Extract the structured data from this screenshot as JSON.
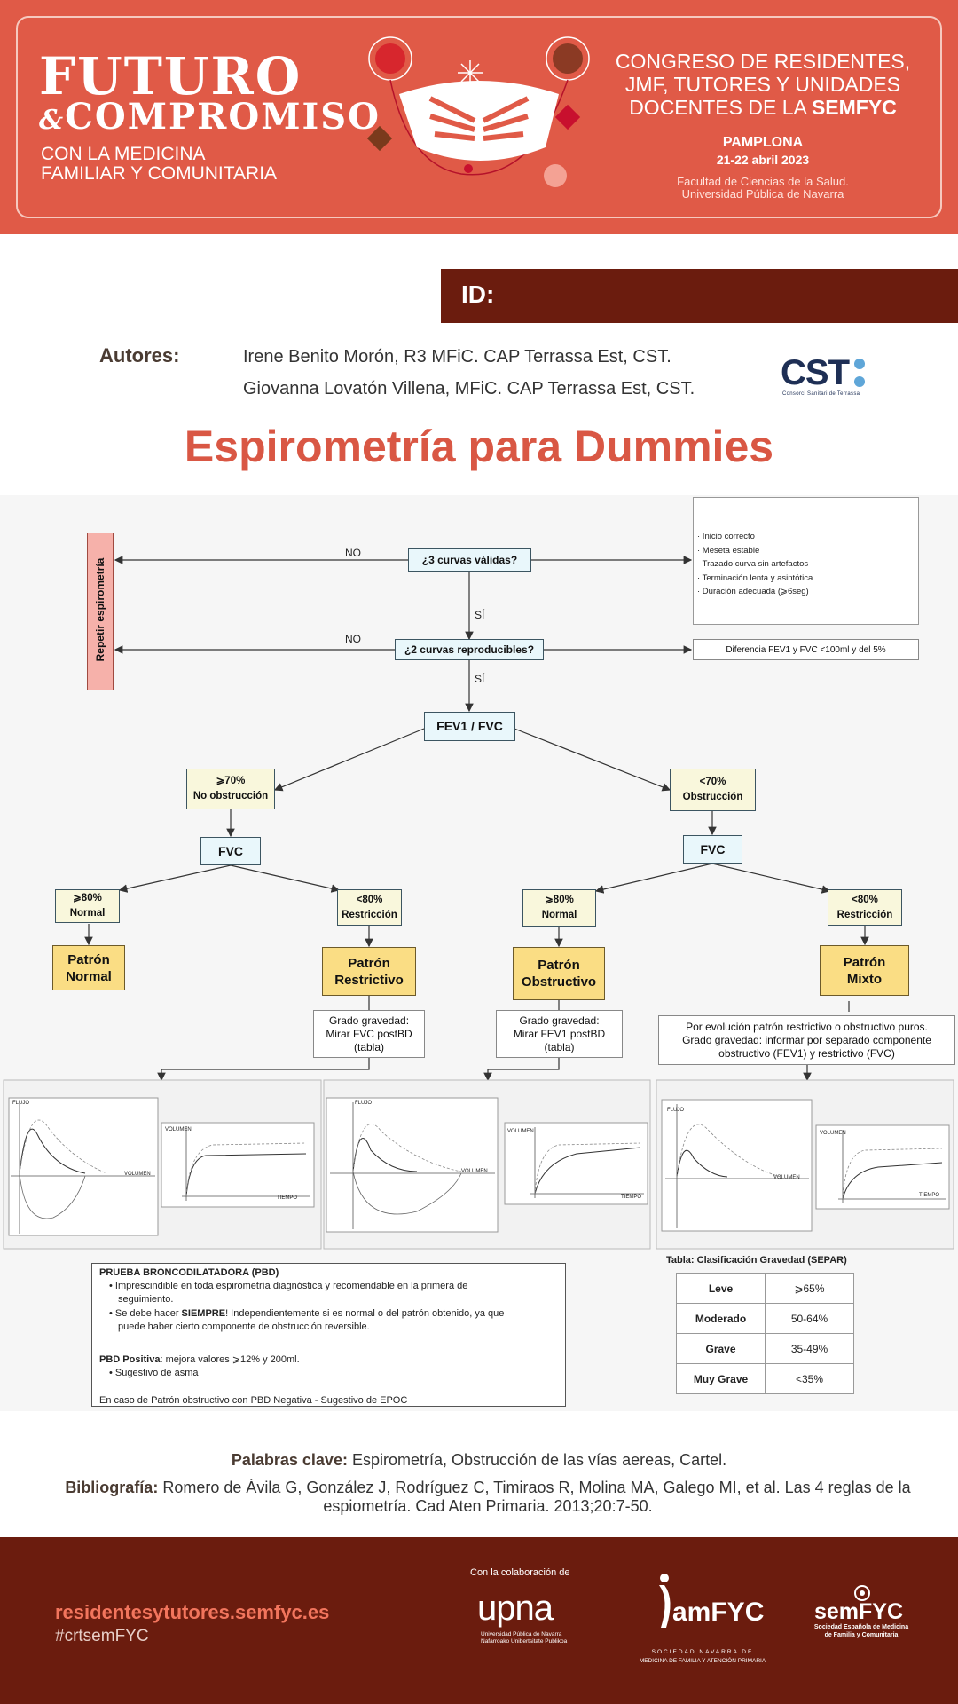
{
  "banner": {
    "brand_line1": "FUTURO",
    "brand_amp": "&",
    "brand_line2": "COMPROMISO",
    "brand_sub1": "CON LA MEDICINA",
    "brand_sub2": "FAMILIAR Y COMUNITARIA",
    "congress_line1": "CONGRESO DE RESIDENTES,",
    "congress_line2": "JMF, TUTORES Y UNIDADES",
    "congress_line3": "DOCENTES DE LA ",
    "congress_org": "SEMFYC",
    "city": "PAMPLONA",
    "date": "21-22 abril 2023",
    "venue1": "Facultad de Ciencias de la Salud.",
    "venue2": "Universidad Pública de Navarra"
  },
  "id_label": "ID:",
  "authors": {
    "label": "Autores:",
    "list": [
      "Irene Benito Morón, R3 MFiC. CAP Terrassa Est, CST.",
      "Giovanna Lovatón Villena, MFiC. CAP Terrassa Est, CST."
    ],
    "logo": "CST",
    "logo_sub": "Consorci Sanitari de Terrassa"
  },
  "title": "Espirometría para Dummies",
  "flow": {
    "repeat": "Repetir espirometría",
    "no1": "NO",
    "no2": "NO",
    "si1": "SÍ",
    "si2": "SÍ",
    "q1": "¿3 curvas válidas?",
    "q2": "¿2 curvas reproducibles?",
    "ratio": "FEV1 / FVC",
    "criteria": [
      "· Inicio correcto",
      "· Meseta estable",
      "· Trazado curva sin artefactos",
      "· Terminación lenta y asintótica",
      "· Duración adecuada (⩾6seg)"
    ],
    "difference": "Diferencia FEV1 y FVC <100ml y del 5%",
    "left_cond_line1": "⩾70%",
    "left_cond_line2": "No obstrucción",
    "right_cond_line1": "<70%",
    "right_cond_line2": "Obstrucción",
    "fvc_left": "FVC",
    "fvc_right": "FVC",
    "n1_line1": "⩾80%",
    "n1_line2": "Normal",
    "r1_line1": "<80%",
    "r1_line2": "Restricción",
    "n2_line1": "⩾80%",
    "n2_line2": "Normal",
    "r2_line1": "<80%",
    "r2_line2": "Restricción",
    "p_normal_1": "Patrón",
    "p_normal_2": "Normal",
    "p_restr_1": "Patrón",
    "p_restr_2": "Restrictivo",
    "p_obst_1": "Patrón",
    "p_obst_2": "Obstructivo",
    "p_mixto_1": "Patrón",
    "p_mixto_2": "Mixto",
    "grav_restr": [
      "Grado gravedad:",
      "Mirar FVC postBD",
      "(tabla)"
    ],
    "grav_obst": [
      "Grado gravedad:",
      "Mirar FEV1 postBD",
      "(tabla)"
    ],
    "grav_mixto": [
      "Por evolución patrón restrictivo o obstructivo puros.",
      "Grado gravedad: informar por separado componente",
      "obstructivo (FEV1) y restrictivo (FVC)"
    ],
    "graph_labels": {
      "flujo": "FLUJO",
      "volumen": "VOLUMEN",
      "tiempo": "TIEMPO"
    }
  },
  "pbd": {
    "title": "PRUEBA BRONCODILATADORA (PBD)",
    "b1_underlined": "Imprescindible",
    "b1_rest": " en toda espirometría diagnóstica y recomendable en la primera de",
    "b1_line2": "seguimiento.",
    "b2_start": "Se debe hacer ",
    "b2_bold": "SIEMPRE",
    "b2_rest": "! Independientemente si es normal o del patrón obtenido, ya que",
    "b2_line2": "puede haber cierto componente de obstrucción reversible.",
    "pos_bold": "PBD Positiva",
    "pos_rest": ": mejora valores ⩾12% y 200ml.",
    "pos_bullet": "Sugestivo de asma",
    "neg_line": "En caso de Patrón obstructivo con PBD Negativa - Sugestivo de EPOC"
  },
  "separ": {
    "title": "Tabla: Clasificación Gravedad (SEPAR)",
    "rows": [
      {
        "level": "Leve",
        "value": "⩾65%"
      },
      {
        "level": "Moderado",
        "value": "50-64%"
      },
      {
        "level": "Grave",
        "value": "35-49%"
      },
      {
        "level": "Muy Grave",
        "value": "<35%"
      }
    ]
  },
  "keywords": {
    "label": "Palabras clave:",
    "text": " Espirometría, Obstrucción de las vías aereas, Cartel."
  },
  "biblio": {
    "label": "Bibliografía:",
    "text": " Romero de Ávila G, González J, Rodríguez C, Timiraos R, Molina MA, Galego MI, et al. Las 4 reglas de la espiometría. Cad Aten Primaria. 2013;20:7-50."
  },
  "footer": {
    "url": "residentesytutores.semfyc.es",
    "hashtag": "#crtsemFYC",
    "collab": "Con la colaboración de",
    "upna": "upna",
    "upna_sub1": "Universidad Pública de Navarra",
    "upna_sub2": "Nafarroako Unibertsitate Publikoa",
    "namfyc": "amFYC",
    "namfyc_sub1": "SOCIEDAD NAVARRA DE",
    "namfyc_sub2": "MEDICINA DE FAMILIA Y ATENCIÓN PRIMARIA",
    "semfyc": "semFYC",
    "semfyc_sub1": "Sociedad Española de Medicina",
    "semfyc_sub2": "de Familia y Comunitaria"
  },
  "colors": {
    "banner": "#e05a47",
    "dark_red": "#6b1c0e",
    "title": "#d95744",
    "pattern_gold": "#fadd84",
    "repeat_pink": "#f6b1aa"
  }
}
